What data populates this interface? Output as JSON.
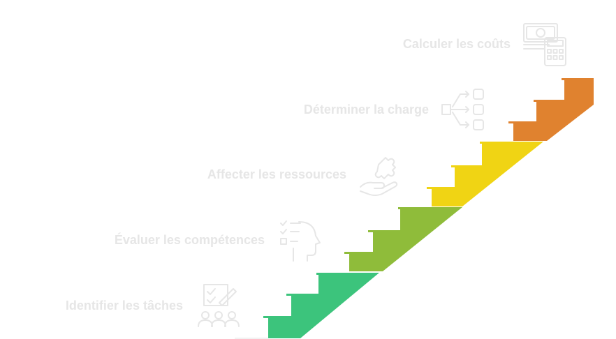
{
  "steps": [
    {
      "label": "Identifier les tâches",
      "color": "#3cc47c",
      "icon": "team-checklist-icon"
    },
    {
      "label": "Évaluer les compétences",
      "color": "#8fbc3a",
      "icon": "head-checklist-icon"
    },
    {
      "label": "Affecter les ressources",
      "color": "#f0d414",
      "icon": "hand-puzzle-icon"
    },
    {
      "label": "Déterminer la charge",
      "color": "#e0822f",
      "icon": "distribution-icon"
    },
    {
      "label": "Calculer les coûts",
      "color": "#e0822f",
      "icon": "money-calculator-icon"
    }
  ]
}
